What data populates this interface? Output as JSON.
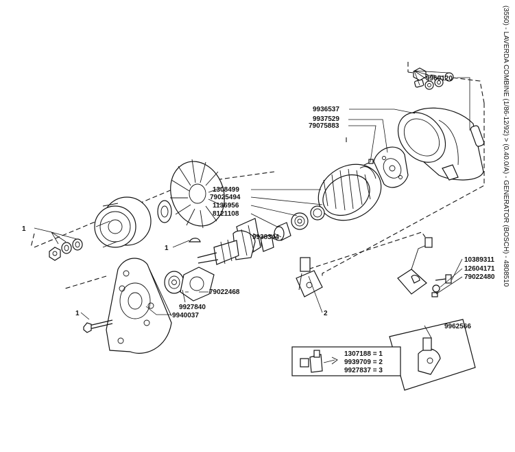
{
  "title": "(3550) - LAVERDA COMBINE (1/86-12/92) > (0.40.0/A) - GENERATOR (BOSCH) - 4808510",
  "labels": {
    "p9960120": "9960120",
    "p9936537": "9936537",
    "p9937529": "9937529",
    "p79075883": "79075883",
    "p1308499": "1308499",
    "p79025494": "79025494",
    "p1136956": "1136956",
    "p8121108": "8121108",
    "p9938344": "9938344",
    "p79022468": "79022468",
    "p9927840": "9927840",
    "p9940037": "9940037",
    "p10389311": "10389311",
    "p12604171": "12604171",
    "p79022480": "79022480",
    "p9962566": "9962566",
    "ref1_pulley": "1",
    "ref1_key": "1",
    "ref1_bolt": "1",
    "ref2_brush": "2"
  },
  "legend": {
    "line1": "1307188 = 1",
    "line2": "9939709 = 2",
    "line3": "9927837 = 3"
  }
}
